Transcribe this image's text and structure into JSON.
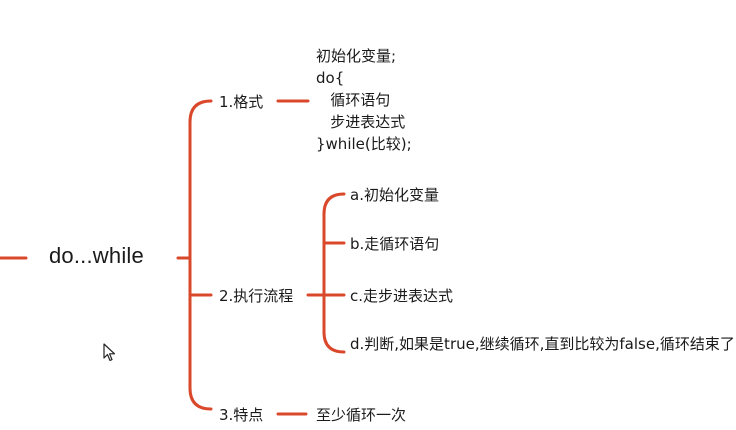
{
  "mindmap": {
    "root": "do...while",
    "branches": [
      {
        "label": "1.格式",
        "children": {
          "code_lines": [
            "初始化变量;",
            "do{",
            "   循环语句",
            "   步进表达式",
            "}while(比较);"
          ]
        }
      },
      {
        "label": "2.执行流程",
        "children": [
          "a.初始化变量",
          "b.走循环语句",
          "c.走步进表达式",
          "d.判断,如果是true,继续循环,直到比较为false,循环结束了"
        ]
      },
      {
        "label": "3.特点",
        "children": [
          "至少循环一次"
        ]
      }
    ]
  },
  "colors": {
    "connector": "#d9482b",
    "text": "#1a1a1a",
    "background": "#ffffff"
  },
  "icons": {
    "cursor": "mouse-pointer-icon"
  }
}
